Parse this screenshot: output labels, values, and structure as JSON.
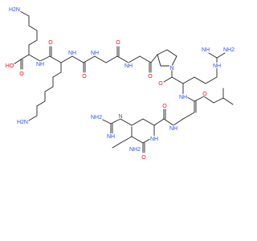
{
  "molecule": {
    "colors": {
      "carbon": "#222222",
      "nitrogen": "#3050F8",
      "oxygen": "#FF0D0D"
    },
    "labels": {
      "lys1_amine": "H2N",
      "lys1_acid_oh": "HO",
      "lys1_acid_o": "O",
      "lys1_amide_nh": "NH",
      "lys2_carbonyl_o": "O",
      "lys2_amide_nh": "NH",
      "lys2_amine": "H2N",
      "gly1_carbonyl_o": "O",
      "gly1_amide_nh": "NH",
      "gly2_carbonyl_o": "O",
      "gly2_amide_nh": "NH",
      "pro_carbonyl_o": "O",
      "pro_ring_n": "N",
      "arg1_guanidine_nh2": "NH2",
      "arg1_guanidine_imine": "NH",
      "arg1_guanidine_nh": "NH",
      "arg1_carbonyl_o": "O",
      "arg1_amide_nh": "NH",
      "leu_carbonyl_o": "O",
      "leu_amide_nh": "NH",
      "arg2_guanidine_nh2": "NH2",
      "arg2_guanidine_imine": "NH",
      "arg2_guanidine_n": "N",
      "arg2_carbonyl_o": "O",
      "arg2_amide_nh": "NH",
      "ile_amine": "NH2",
      "ile_carbonyl_o": "O"
    }
  }
}
